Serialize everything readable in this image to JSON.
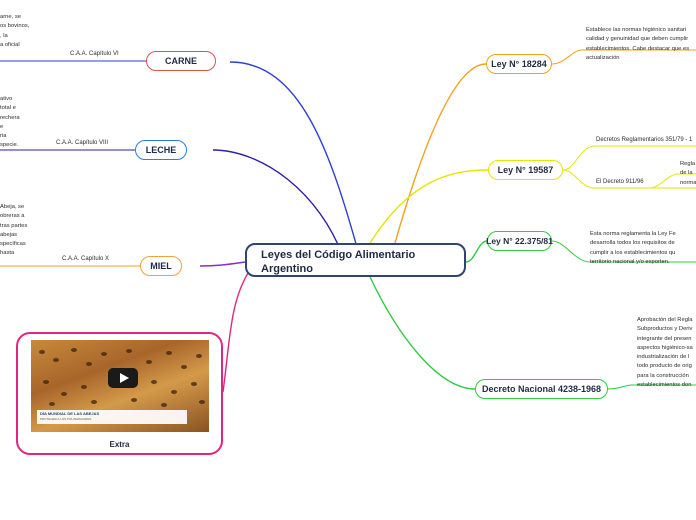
{
  "central": {
    "line1": "Leyes del Código Alimentario",
    "line2": "Argentino"
  },
  "colors": {
    "carne": "#d9534f",
    "leche": "#2e7fd8",
    "miel": "#f2a23a",
    "extra": "#e0267e",
    "blue_line": "#2b3fd6",
    "yellow_line": "#e6e600",
    "green_line": "#2ecc40",
    "orange_line": "#f3a11a"
  },
  "left": {
    "carne": {
      "label": "CARNE",
      "chapter": "C.A.A. Capítulo VI",
      "text": [
        "arne, se",
        "os bovinos,",
        ", la",
        "a oficial"
      ]
    },
    "leche": {
      "label": "LECHE",
      "chapter": "C.A.A. Capítulo VIII",
      "text": [
        "ativo",
        "total e",
        "rechera",
        "e",
        "ria",
        "specie."
      ]
    },
    "miel": {
      "label": "MIEL",
      "chapter": "C.A.A. Capítulo X",
      "text": [
        "Abeja, se",
        "obreras a",
        "tras partes",
        "abejas",
        "specíficas",
        "hasta"
      ]
    }
  },
  "right": {
    "ley18284": {
      "label": "Ley N° 18284",
      "text": [
        "Establece las normas higiénico sanitari",
        "calidad y genuinidad que deben cumplir",
        "establecimientos. Cabe destacar que es",
        "actualización"
      ]
    },
    "ley19587": {
      "label": "Ley N° 19587",
      "decretos": "Decretos Reglamentarios 351/79 - 1",
      "decreto911": "El Decreto 911/96",
      "regla": [
        "Regla",
        "de la",
        "norma"
      ]
    },
    "ley22375": {
      "label": "Ley N° 22.375/81",
      "text": [
        "Esta norma reglamenta la Ley Fe",
        "desarrolla todos los requisitos de",
        "cumplir a los establecimientos qu",
        "territorio nacional y/o exporten."
      ]
    },
    "decreto4238": {
      "label": "Decreto Nacional 4238-1968",
      "text": [
        "Aprobación del Regla",
        "Subproductos y Deriv",
        "integrante del presen",
        "aspectos higiénico-sa",
        "industrialización de l",
        "todo producto de orig",
        "para la construcción",
        "establecimientos don"
      ]
    }
  },
  "video": {
    "caption": "Extra",
    "banner_title": "DÍA MUNDIAL DE LAS ABEJAS",
    "banner_sub": "PROTEGER A LOS POLINIZADORES"
  }
}
